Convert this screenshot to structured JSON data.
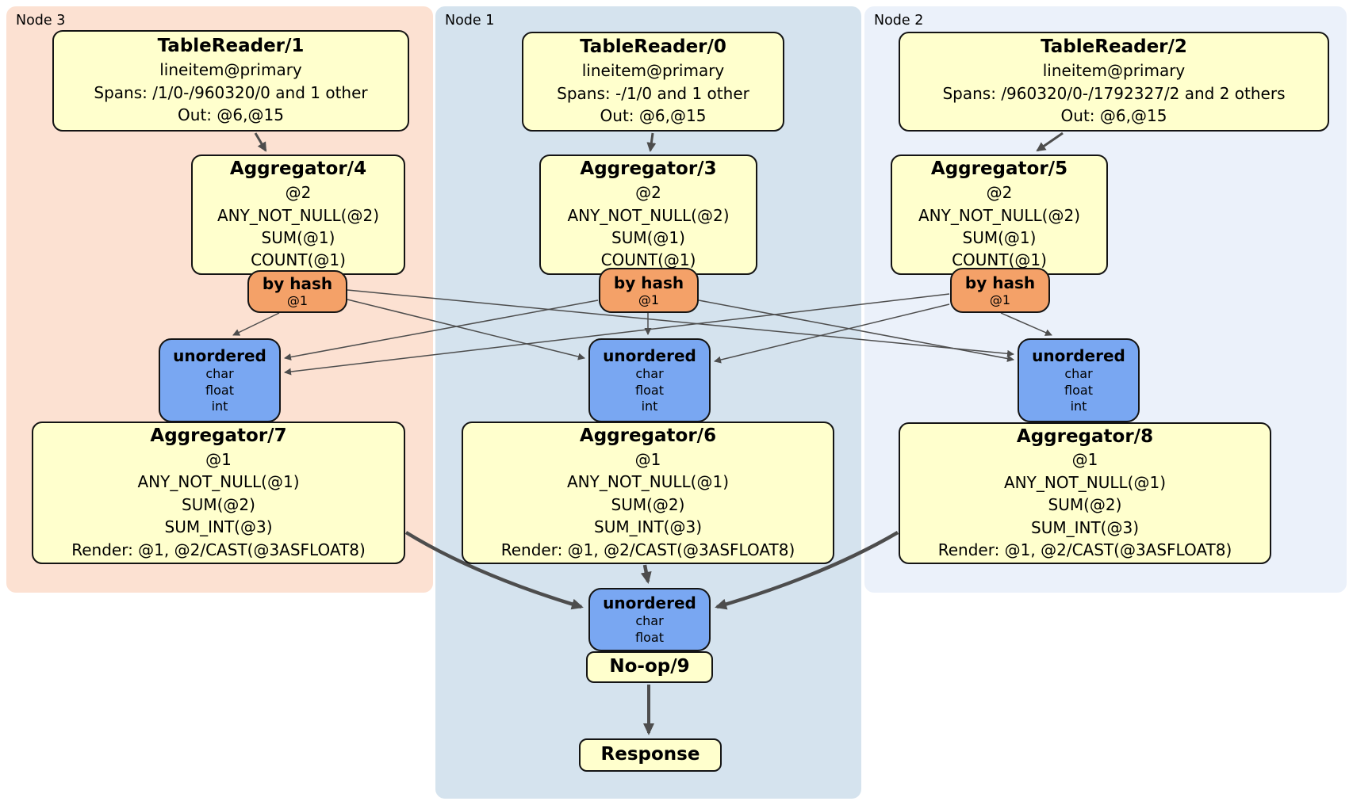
{
  "colors": {
    "node3_bg": "#fce1d2",
    "node1_bg": "#d5e3ee",
    "node2_bg": "#ebf1fa",
    "box_bg": "#ffffcd",
    "router_bg": "#f4a168",
    "sync_bg": "#79a7f2",
    "edge": "#4d4d4d",
    "border": "#141414"
  },
  "regions": [
    {
      "label": "Node 3"
    },
    {
      "label": "Node 1"
    },
    {
      "label": "Node 2"
    }
  ],
  "processors": {
    "tr1": {
      "title": "TableReader/1",
      "index": "lineitem@primary",
      "spans": "Spans: /1/0-/960320/0 and 1 other",
      "out": "Out: @6,@15"
    },
    "tr0": {
      "title": "TableReader/0",
      "index": "lineitem@primary",
      "spans": "Spans: -/1/0 and 1 other",
      "out": "Out: @6,@15"
    },
    "tr2": {
      "title": "TableReader/2",
      "index": "lineitem@primary",
      "spans": "Spans: /960320/0-/1792327/2 and 2 others",
      "out": "Out: @6,@15"
    },
    "agg4": {
      "title": "Aggregator/4",
      "group": "@2",
      "f1": "ANY_NOT_NULL(@2)",
      "f2": "SUM(@1)",
      "f3": "COUNT(@1)"
    },
    "agg3": {
      "title": "Aggregator/3",
      "group": "@2",
      "f1": "ANY_NOT_NULL(@2)",
      "f2": "SUM(@1)",
      "f3": "COUNT(@1)"
    },
    "agg5": {
      "title": "Aggregator/5",
      "group": "@2",
      "f1": "ANY_NOT_NULL(@2)",
      "f2": "SUM(@1)",
      "f3": "COUNT(@1)"
    },
    "agg7": {
      "title": "Aggregator/7",
      "group": "@1",
      "f1": "ANY_NOT_NULL(@1)",
      "f2": "SUM(@2)",
      "f3": "SUM_INT(@3)",
      "render": "Render: @1, @2/CAST(@3ASFLOAT8)"
    },
    "agg6": {
      "title": "Aggregator/6",
      "group": "@1",
      "f1": "ANY_NOT_NULL(@1)",
      "f2": "SUM(@2)",
      "f3": "SUM_INT(@3)",
      "render": "Render: @1, @2/CAST(@3ASFLOAT8)"
    },
    "agg8": {
      "title": "Aggregator/8",
      "group": "@1",
      "f1": "ANY_NOT_NULL(@1)",
      "f2": "SUM(@2)",
      "f3": "SUM_INT(@3)",
      "render": "Render: @1, @2/CAST(@3ASFLOAT8)"
    },
    "noop": {
      "title": "No-op/9"
    },
    "response": {
      "title": "Response"
    }
  },
  "routers": {
    "r3": {
      "title": "by hash",
      "key": "@1"
    },
    "r1": {
      "title": "by hash",
      "key": "@1"
    },
    "r2": {
      "title": "by hash",
      "key": "@1"
    }
  },
  "syncs": {
    "s3": {
      "title": "unordered",
      "types": [
        "char",
        "float",
        "int"
      ]
    },
    "s1": {
      "title": "unordered",
      "types": [
        "char",
        "float",
        "int"
      ]
    },
    "s2": {
      "title": "unordered",
      "types": [
        "char",
        "float",
        "int"
      ]
    },
    "sfinal": {
      "title": "unordered",
      "types": [
        "char",
        "float"
      ]
    }
  }
}
